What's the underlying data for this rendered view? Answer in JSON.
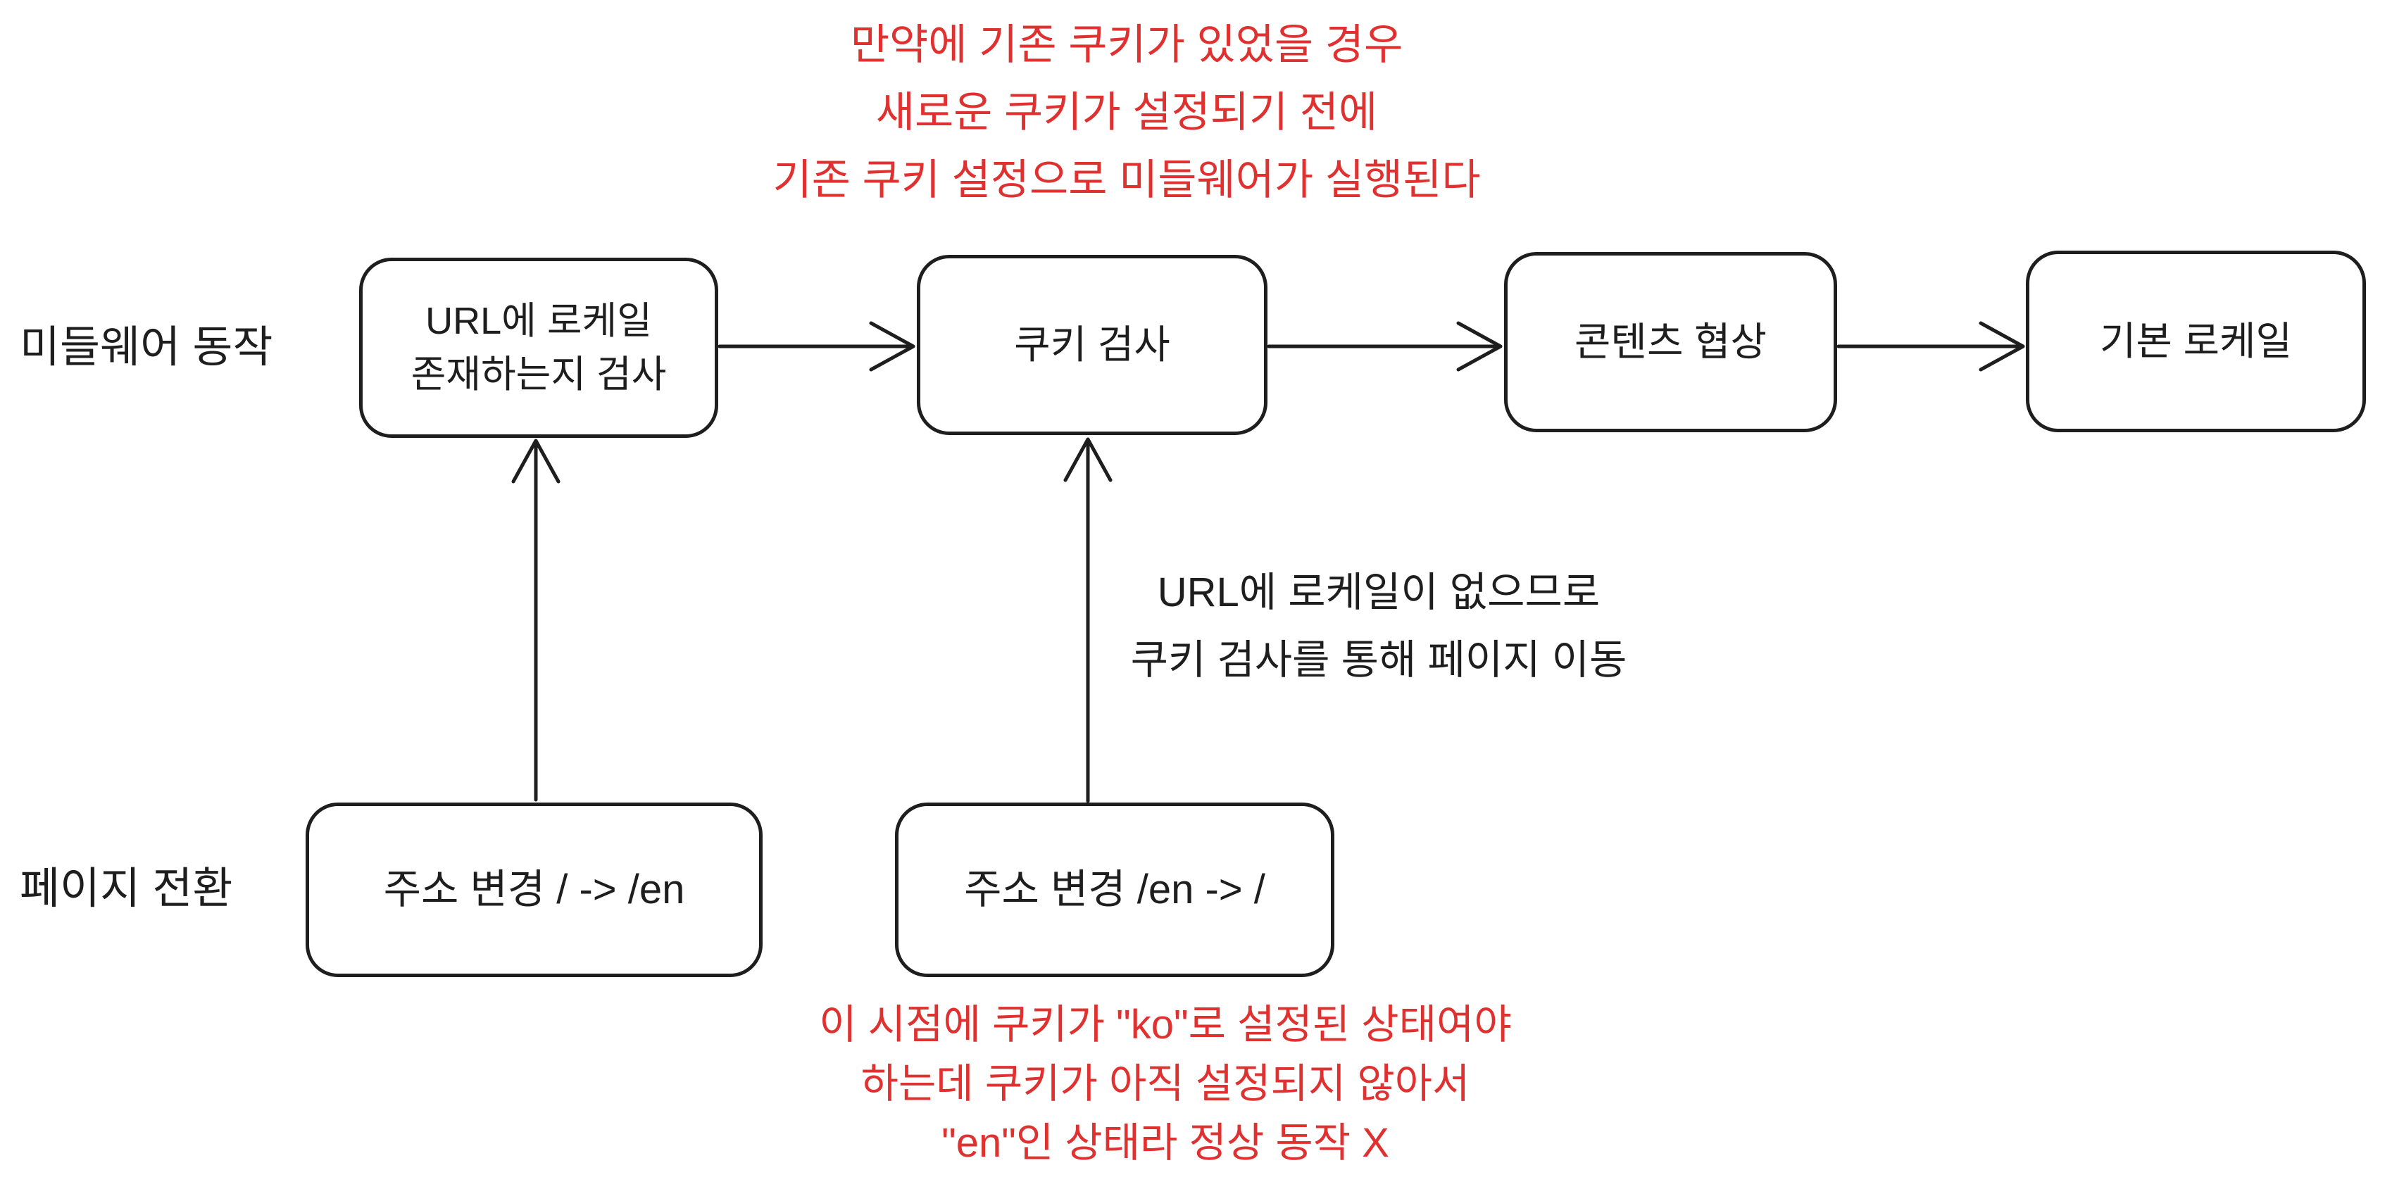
{
  "colors": {
    "ink": "#1e1e1e",
    "accent_red": "#e03131",
    "background": "#ffffff"
  },
  "annotations": {
    "top_note": {
      "lines": [
        "만약에 기존 쿠키가 있었을 경우",
        "새로운 쿠키가 설정되기 전에",
        "기존 쿠키 설정으로 미들웨어가 실행된다"
      ]
    },
    "cookie_redirect_note": {
      "lines": [
        "URL에 로케일이 없으므로",
        "쿠키 검사를 통해 페이지 이동"
      ]
    },
    "bottom_note": {
      "lines": [
        "이 시점에 쿠키가 \"ko\"로 설정된 상태여야",
        "하는데 쿠키가 아직 설정되지 않아서",
        "\"en\"인 상태라 정상 동작 X"
      ]
    }
  },
  "row_labels": {
    "middleware": "미들웨어 동작",
    "page_transition": "페이지 전환"
  },
  "nodes": {
    "url_locale_check": {
      "lines": [
        "URL에 로케일",
        "존재하는지 검사"
      ]
    },
    "cookie_check": {
      "label": "쿠키 검사"
    },
    "content_negotiation": {
      "label": "콘텐츠 협상"
    },
    "default_locale": {
      "label": "기본 로케일"
    },
    "addr_change_to_en": {
      "label": "주소 변경 / -> /en"
    },
    "addr_change_to_root": {
      "label": "주소 변경 /en -> /"
    }
  },
  "edges": [
    {
      "from": "url_locale_check",
      "to": "cookie_check",
      "direction": "right"
    },
    {
      "from": "cookie_check",
      "to": "content_negotiation",
      "direction": "right"
    },
    {
      "from": "content_negotiation",
      "to": "default_locale",
      "direction": "right"
    },
    {
      "from": "addr_change_to_en",
      "to": "url_locale_check",
      "direction": "up"
    },
    {
      "from": "addr_change_to_root",
      "to": "cookie_check",
      "direction": "up"
    }
  ]
}
